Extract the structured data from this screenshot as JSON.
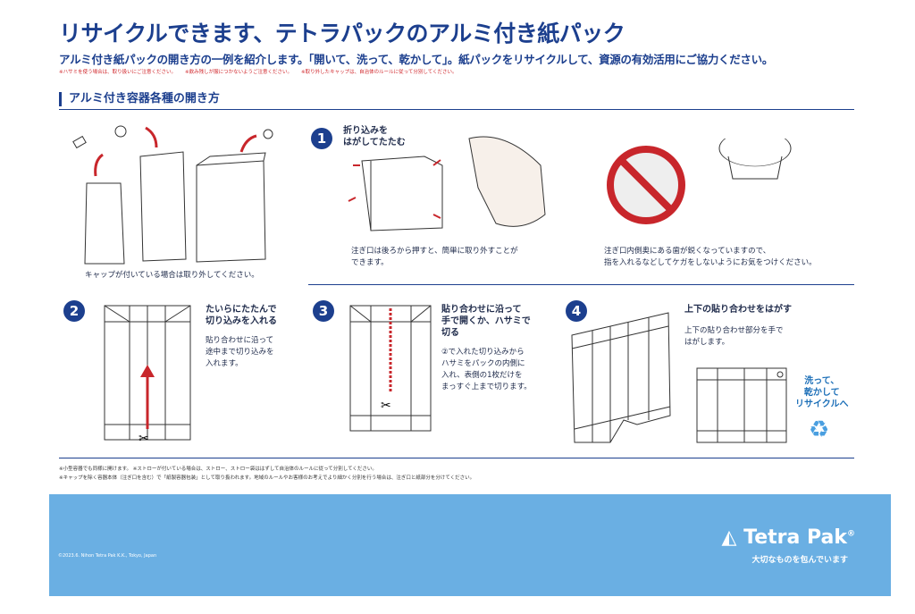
{
  "title": "リサイクルできます、テトラパックのアルミ付き紙パック",
  "subtitle": "アルミ付き紙パックの開き方の一例を紹介します。「開いて、洗って、乾かして」。紙パックをリサイクルして、資源の有効活用にご協力ください。",
  "notes": [
    "※ハサミを使う場合は、取り扱いにご注意ください。",
    "※飲み残しが服につかないようご注意ください。",
    "※取り外したキャップは、自治体のルールに従って分別してください。"
  ],
  "section_title": "アルミ付き容器各種の開き方",
  "cap_caption": "キャップが付いている場合は取り外してください。",
  "step1": {
    "num": "1",
    "title": "折り込みを\nはがしてたたむ",
    "text": "注ぎ口は後ろから押すと、簡単に取り外すことが\nできます。",
    "warning": "注ぎ口内側奥にある歯が鋭くなっていますので、\n指を入れるなどしてケガをしないようにお気をつけください。"
  },
  "step2": {
    "num": "2",
    "title": "たいらにたたんで\n切り込みを入れる",
    "text": "貼り合わせに沿って\n途中まで切り込みを\n入れます。"
  },
  "step3": {
    "num": "3",
    "title": "貼り合わせに沿って\n手で開くか、ハサミで\n切る",
    "text": "②で入れた切り込みから\nハサミをパックの内側に\n入れ、表側の1枚だけを\nまっすぐ上まで切ります。"
  },
  "step4": {
    "num": "4",
    "title": "上下の貼り合わせをはがす",
    "text": "上下の貼り合わせ部分を手で\nはがします。",
    "final": "洗って、\n乾かして\nリサイクルへ"
  },
  "bottom_notes": [
    "※小型容器でも同様に開けます。 ※ストローが付いている場合は、ストロー、ストロー袋ははずして自治体のルールに従って分別してください。",
    "※キャップを除く容器本体（注ぎ口を含む）で「紙製容器包装」として取り扱われます。地域のルールやお客様のお考えでより細かく分別を行う場合は、注ぎ口と紙部分を分けてください。"
  ],
  "footer": {
    "copyright": "©2023.6. Nihon Tetra Pak K.K., Tokyo, Japan",
    "brand": "Tetra Pak",
    "registered": "®",
    "tagline": "大切なものを包んでいます"
  },
  "colors": {
    "navy": "#1c3f8e",
    "red": "#d0262b",
    "footer": "#6aafe3"
  }
}
